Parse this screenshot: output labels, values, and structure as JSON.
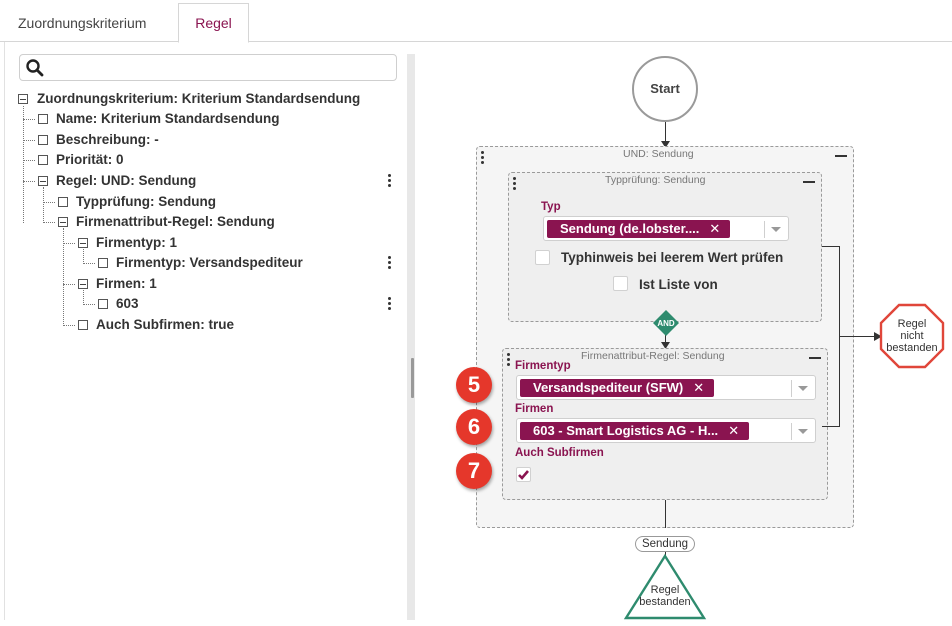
{
  "tabs": [
    {
      "label": "Zuordnungskriterium"
    },
    {
      "label": "Regel",
      "active": true
    }
  ],
  "search": {
    "placeholder": ""
  },
  "tree": {
    "root": "Zuordnungskriterium: Kriterium Standardsendung",
    "name": "Name: Kriterium Standardsendung",
    "beschreibung": "Beschreibung: -",
    "prioritaet": "Priorität: 0",
    "regel": "Regel: UND: Sendung",
    "typpruefung": "Typprüfung: Sendung",
    "firmenattribut": "Firmenattribut-Regel: Sendung",
    "firmentyp": "Firmentyp: 1",
    "firmentyp_value": "Firmentyp: Versandspediteur",
    "firmen": "Firmen: 1",
    "firmen_value": "603",
    "subfirmen": "Auch Subfirmen: true"
  },
  "flow": {
    "start": "Start",
    "und_title": "UND: Sendung",
    "typ_title": "Typprüfung: Sendung",
    "typ_label": "Typ",
    "typ_chip": "Sendung (de.lobster....",
    "typ_check1": "Typhinweis bei leerem Wert prüfen",
    "typ_check2": "Ist Liste von",
    "and_label": "AND",
    "firm_title": "Firmenattribut-Regel: Sendung",
    "firmentyp_label": "Firmentyp",
    "firmentyp_chip": "Versandspediteur (SFW)",
    "firmen_label": "Firmen",
    "firmen_chip": "603 - Smart Logistics AG - H...",
    "subfirmen_label": "Auch Subfirmen",
    "sendung_pill": "Sendung",
    "fail_line1": "Regel",
    "fail_line2": "nicht",
    "fail_line3": "bestanden",
    "pass_line1": "Regel",
    "pass_line2": "bestanden",
    "chip_close": "✕"
  },
  "badges": [
    "5",
    "6",
    "7"
  ],
  "colors": {
    "accent": "#8a1450",
    "badge": "#e5372b",
    "fail": "#e0463a",
    "pass": "#2e8b6e",
    "and": "#2e8b6e"
  },
  "icons": {
    "search": "magnifier-icon",
    "kebab": "vertical-dots-icon",
    "check": "checkmark-icon"
  }
}
